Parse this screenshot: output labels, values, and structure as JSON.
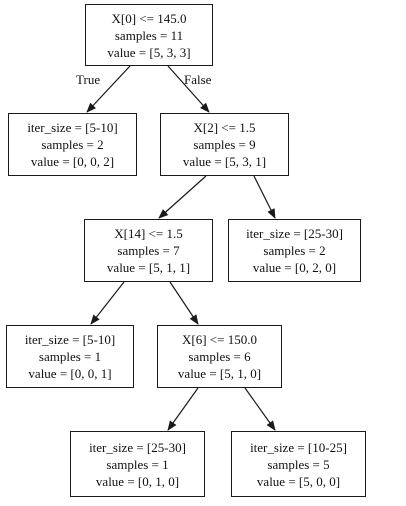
{
  "tree": {
    "nodes": [
      {
        "id": "root",
        "lines": [
          "X[0] <= 145.0",
          "samples = 11",
          "value = [5, 3, 3]"
        ]
      },
      {
        "id": "leaf-1",
        "lines": [
          "iter_size = [5-10]",
          "samples = 2",
          "value = [0, 0, 2]"
        ]
      },
      {
        "id": "split-2",
        "lines": [
          "X[2] <= 1.5",
          "samples = 9",
          "value = [5, 3, 1]"
        ]
      },
      {
        "id": "split-3",
        "lines": [
          "X[14] <= 1.5",
          "samples = 7",
          "value = [5, 1, 1]"
        ]
      },
      {
        "id": "leaf-4",
        "lines": [
          "iter_size = [25-30]",
          "samples = 2",
          "value = [0, 2, 0]"
        ]
      },
      {
        "id": "leaf-5",
        "lines": [
          "iter_size = [5-10]",
          "samples = 1",
          "value = [0, 0, 1]"
        ]
      },
      {
        "id": "split-6",
        "lines": [
          "X[6] <= 150.0",
          "samples = 6",
          "value = [5, 1, 0]"
        ]
      },
      {
        "id": "leaf-7",
        "lines": [
          "iter_size = [25-30]",
          "samples = 1",
          "value = [0, 1, 0]"
        ]
      },
      {
        "id": "leaf-8",
        "lines": [
          "iter_size = [10-25]",
          "samples = 5",
          "value = [5, 0, 0]"
        ]
      }
    ],
    "edge_labels": {
      "true": "True",
      "false": "False"
    }
  }
}
